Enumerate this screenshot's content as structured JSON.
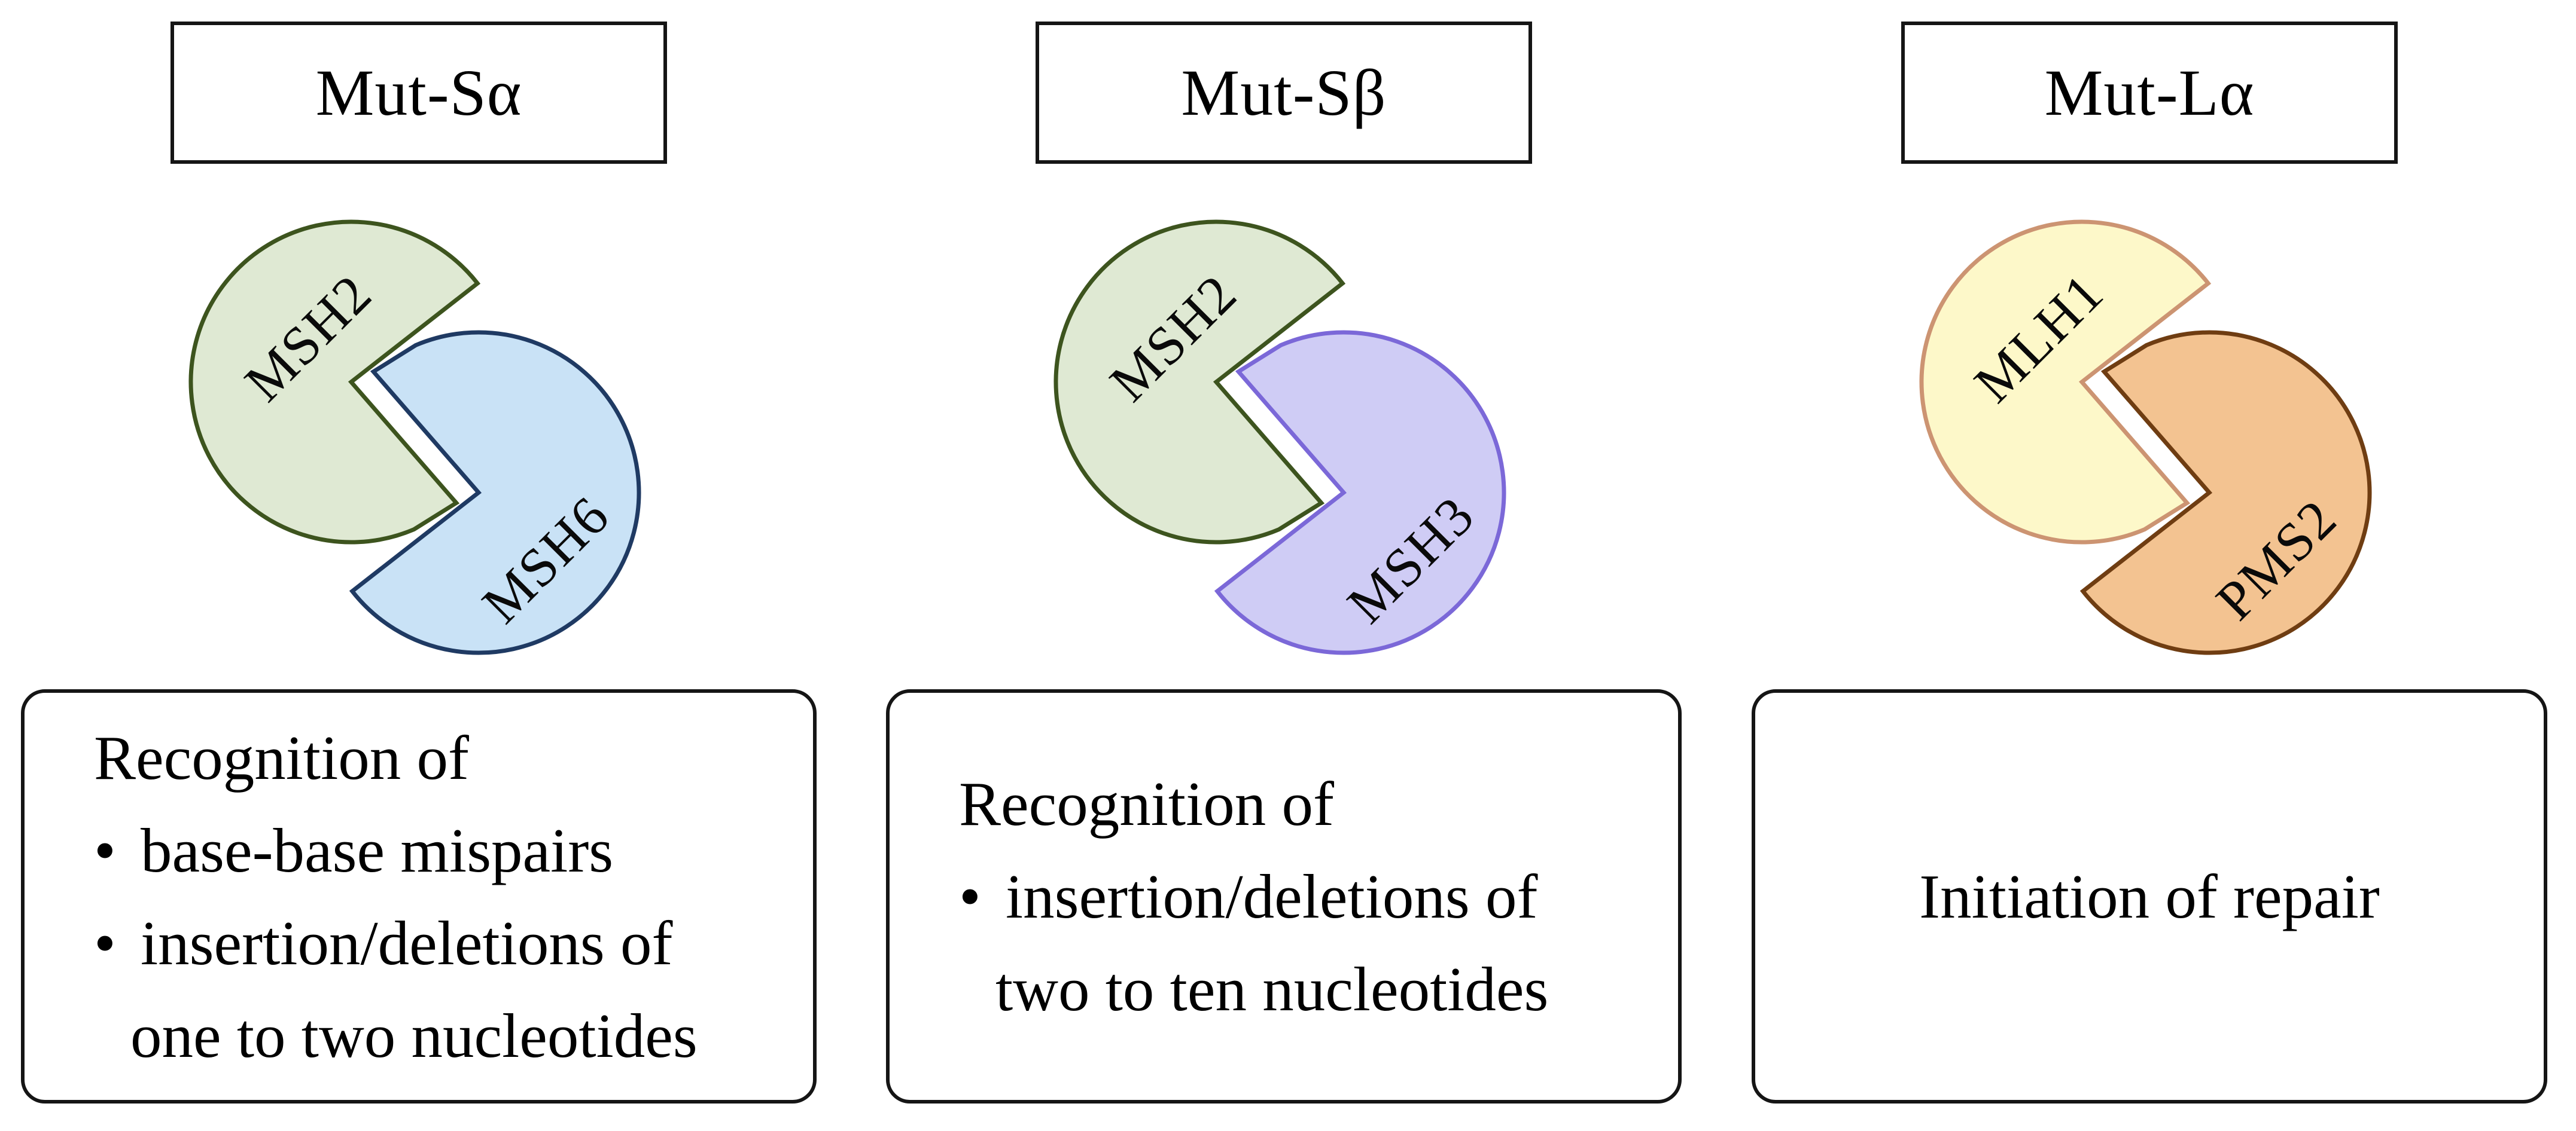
{
  "bullet_char": "•",
  "columns": [
    {
      "title": "Mut-Sα",
      "subunit_top": {
        "name": "MSH2",
        "fill": "#dfe9d3",
        "stroke": "#3d541e"
      },
      "subunit_bottom": {
        "name": "MSH6",
        "fill": "#c9e2f6",
        "stroke": "#1f3a63"
      },
      "function_align": "left",
      "function_lines": [
        {
          "text": "Recognition of",
          "type": "plain"
        },
        {
          "text": "base-base mispairs",
          "type": "bullet"
        },
        {
          "text": "insertion/deletions of",
          "type": "bullet"
        },
        {
          "text": "one to two nucleotides",
          "type": "continuation"
        }
      ]
    },
    {
      "title": "Mut-Sβ",
      "subunit_top": {
        "name": "MSH2",
        "fill": "#dfe9d3",
        "stroke": "#3d541e"
      },
      "subunit_bottom": {
        "name": "MSH3",
        "fill": "#cfccf5",
        "stroke": "#7b68d8"
      },
      "function_align": "left",
      "function_lines": [
        {
          "text": "Recognition of",
          "type": "plain"
        },
        {
          "text": "insertion/deletions of",
          "type": "bullet"
        },
        {
          "text": "two to ten nucleotides",
          "type": "continuation"
        }
      ]
    },
    {
      "title": "Mut-Lα",
      "subunit_top": {
        "name": "MLH1",
        "fill": "#fdf8c9",
        "stroke": "#cc9472"
      },
      "subunit_bottom": {
        "name": "PMS2",
        "fill": "#f3c391",
        "stroke": "#6f3d12"
      },
      "function_align": "center",
      "function_lines": [
        {
          "text": "Initiation of repair",
          "type": "plain"
        }
      ]
    }
  ]
}
